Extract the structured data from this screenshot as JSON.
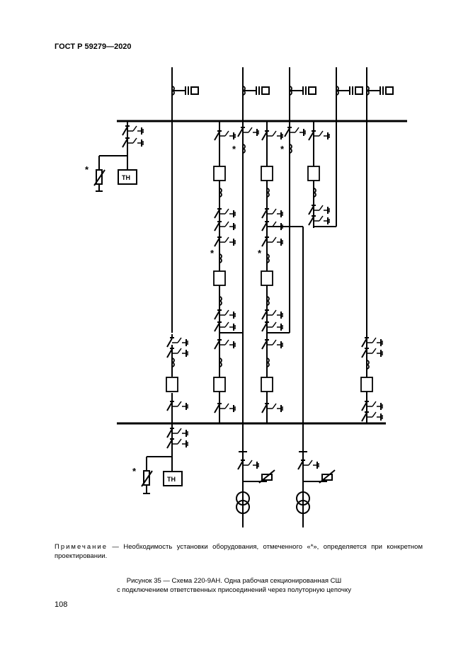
{
  "header": {
    "standard": "ГОСТ Р 59279—2020"
  },
  "diagram": {
    "vt_label": "ТН",
    "asterisk": "*"
  },
  "note": {
    "label": "Примечание",
    "text": " — Необходимость установки оборудования, отмеченного «*», определяется при конкретном проектировании."
  },
  "caption": {
    "line1": "Рисунок 35 — Схема 220-9АН. Одна рабочая секционированная СШ",
    "line2": "с подключением ответственных присоединений через полуторную цепочку"
  },
  "page": {
    "number": "108"
  }
}
